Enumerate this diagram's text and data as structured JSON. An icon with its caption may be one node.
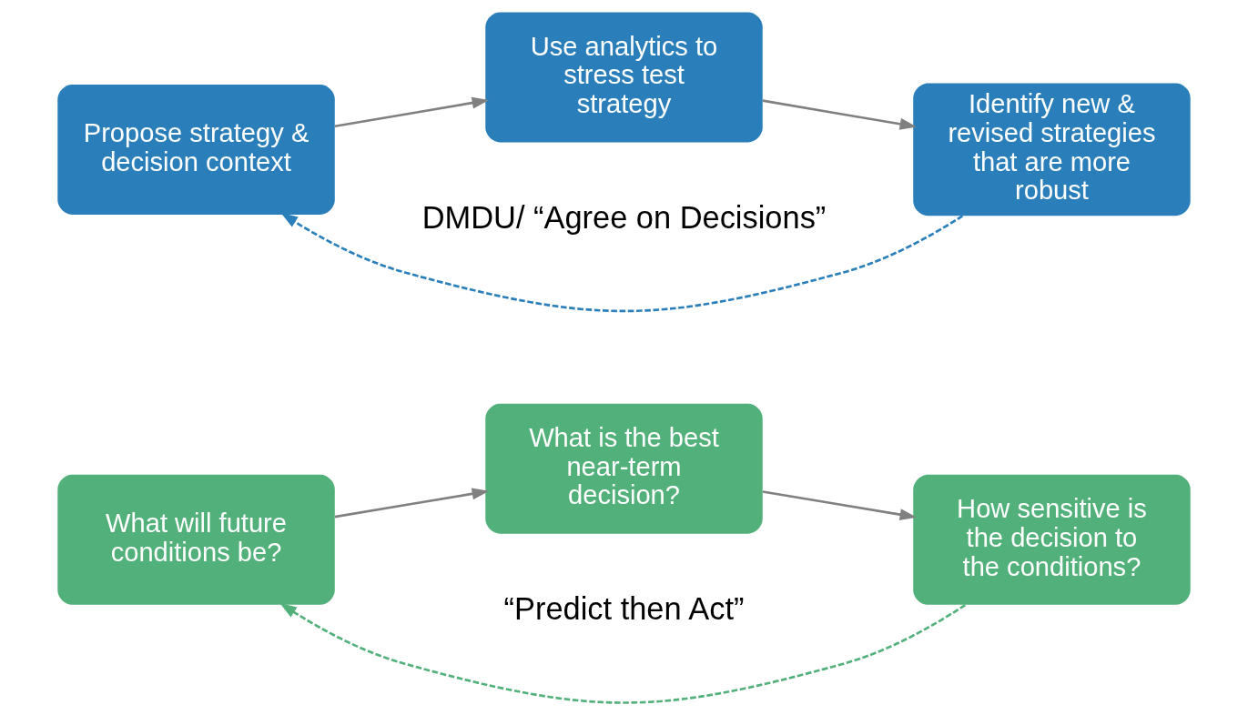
{
  "diagram": {
    "nodes": [
      {
        "text": [
          "What will future conditions be?"
        ]
      },
      {
        "text": [
          "What is the best near-term decision?"
        ]
      },
      {
        "text": [
          "How sensitive is the decision to the conditions?"
        ]
      },
      {
        "text": [
          "Propose strategy & decision context"
        ]
      },
      {
        "text": [
          "Use analytics to stress test strategy"
        ]
      },
      {
        "text": [
          "Identify new & revised strategies that are more robust"
        ]
      }
    ],
    "edges": [
      {
        "from": 0,
        "to": 1,
        "arrow": "to"
      },
      {
        "from": 1,
        "to": 2,
        "arrow": "to"
      },
      {
        "from": 2,
        "to": 0,
        "arrow": "to",
        "style": "dashed",
        "color": "#52b07a"
      },
      {
        "from": 3,
        "to": 4,
        "arrow": "to"
      },
      {
        "from": 4,
        "to": 5,
        "arrow": "to"
      },
      {
        "from": 5,
        "to": 3,
        "arrow": "to",
        "style": "dashed",
        "color": "#2a7fba"
      }
    ],
    "labels": [
      "“Predict then Act”",
      "DMDU/ “Agree on Decisions”"
    ]
  }
}
